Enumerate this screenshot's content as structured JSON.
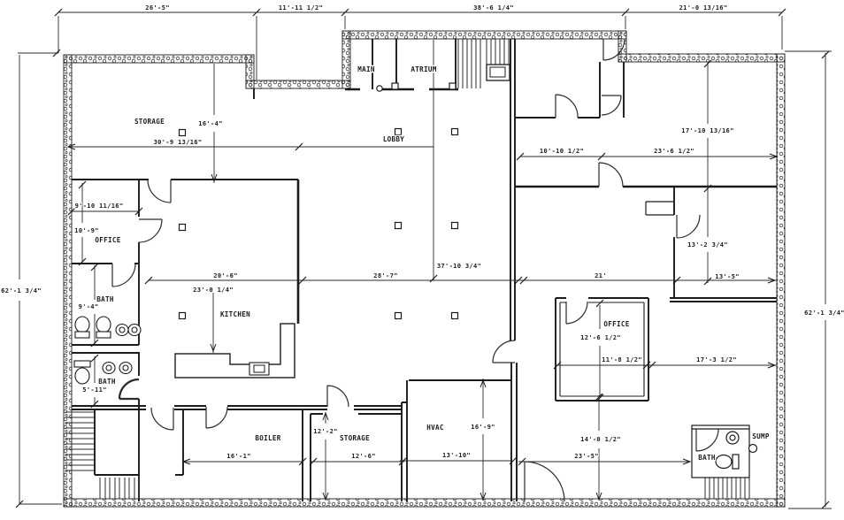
{
  "drawing": {
    "kind": "architectural basement floor plan",
    "ink_color": "#1b1b1b",
    "paper_color": "#ffffff"
  },
  "exterior_dimensions": {
    "top": [
      {
        "label": "26'-5\""
      },
      {
        "label": "11'-11 1/2\""
      },
      {
        "label": "38'-6 1/4\""
      },
      {
        "label": "21'-0 13/16\""
      }
    ],
    "left": {
      "label": "62'-1 3/4\""
    },
    "right": {
      "label": "62'-1 3/4\""
    }
  },
  "rooms": [
    {
      "name": "MAIN"
    },
    {
      "name": "ATRIUM"
    },
    {
      "name": "LOBBY"
    },
    {
      "name": "STORAGE"
    },
    {
      "name": "OFFICE"
    },
    {
      "name": "BATH"
    },
    {
      "name": "BATH"
    },
    {
      "name": "KITCHEN"
    },
    {
      "name": "BOILER"
    },
    {
      "name": "STORAGE"
    },
    {
      "name": "HVAC"
    },
    {
      "name": "OFFICE"
    },
    {
      "name": "BATH"
    },
    {
      "name": "SUMP"
    }
  ],
  "interior_dimensions": [
    {
      "label": "16'-4\""
    },
    {
      "label": "30'-9 13/16\""
    },
    {
      "label": "17'-10 13/16\""
    },
    {
      "label": "10'-10 1/2\""
    },
    {
      "label": "23'-6 1/2\""
    },
    {
      "label": "9'-10 11/16\""
    },
    {
      "label": "10'-9\""
    },
    {
      "label": "13'-2 3/4\""
    },
    {
      "label": "37'-10 3/4\""
    },
    {
      "label": "20'-6\""
    },
    {
      "label": "28'-7\""
    },
    {
      "label": "21'"
    },
    {
      "label": "13'-5\""
    },
    {
      "label": "23'-0 1/4\""
    },
    {
      "label": "9'-4\""
    },
    {
      "label": "12'-6 1/2\""
    },
    {
      "label": "11'-8 1/2\""
    },
    {
      "label": "17'-3 1/2\""
    },
    {
      "label": "5'-11\""
    },
    {
      "label": "16'-9\""
    },
    {
      "label": "12'-2\""
    },
    {
      "label": "14'-0 1/2\""
    },
    {
      "label": "16'-1\""
    },
    {
      "label": "12'-6\""
    },
    {
      "label": "13'-10\""
    },
    {
      "label": "23'-5\""
    }
  ]
}
